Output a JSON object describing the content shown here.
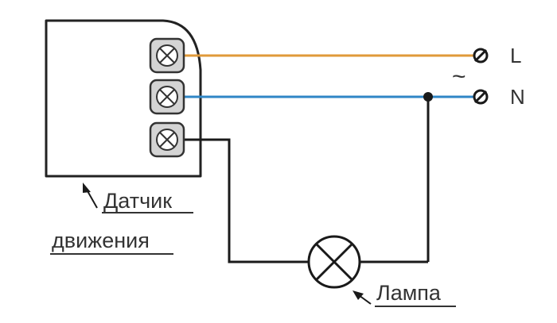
{
  "labels": {
    "phase": "L",
    "neutral": "N",
    "ac_symbol": "~",
    "sensor_line1": "Датчик",
    "sensor_line2": "движения",
    "lamp": "Лампа"
  },
  "colors": {
    "phase_wire": "#e09a3a",
    "neutral_wire": "#2f86c6",
    "load_wire": "#1a1a1a",
    "sensor_body_fill": "#ffffff",
    "sensor_body_stroke": "#222222",
    "terminal_fill": "#d4d4d4",
    "text": "#333333"
  },
  "icons": {
    "terminal": "screw-terminal-icon",
    "clamp": "screw-clamp-icon",
    "lamp": "lamp-icon",
    "junction": "junction-dot-icon",
    "pointer": "arrow-pointer-icon"
  }
}
